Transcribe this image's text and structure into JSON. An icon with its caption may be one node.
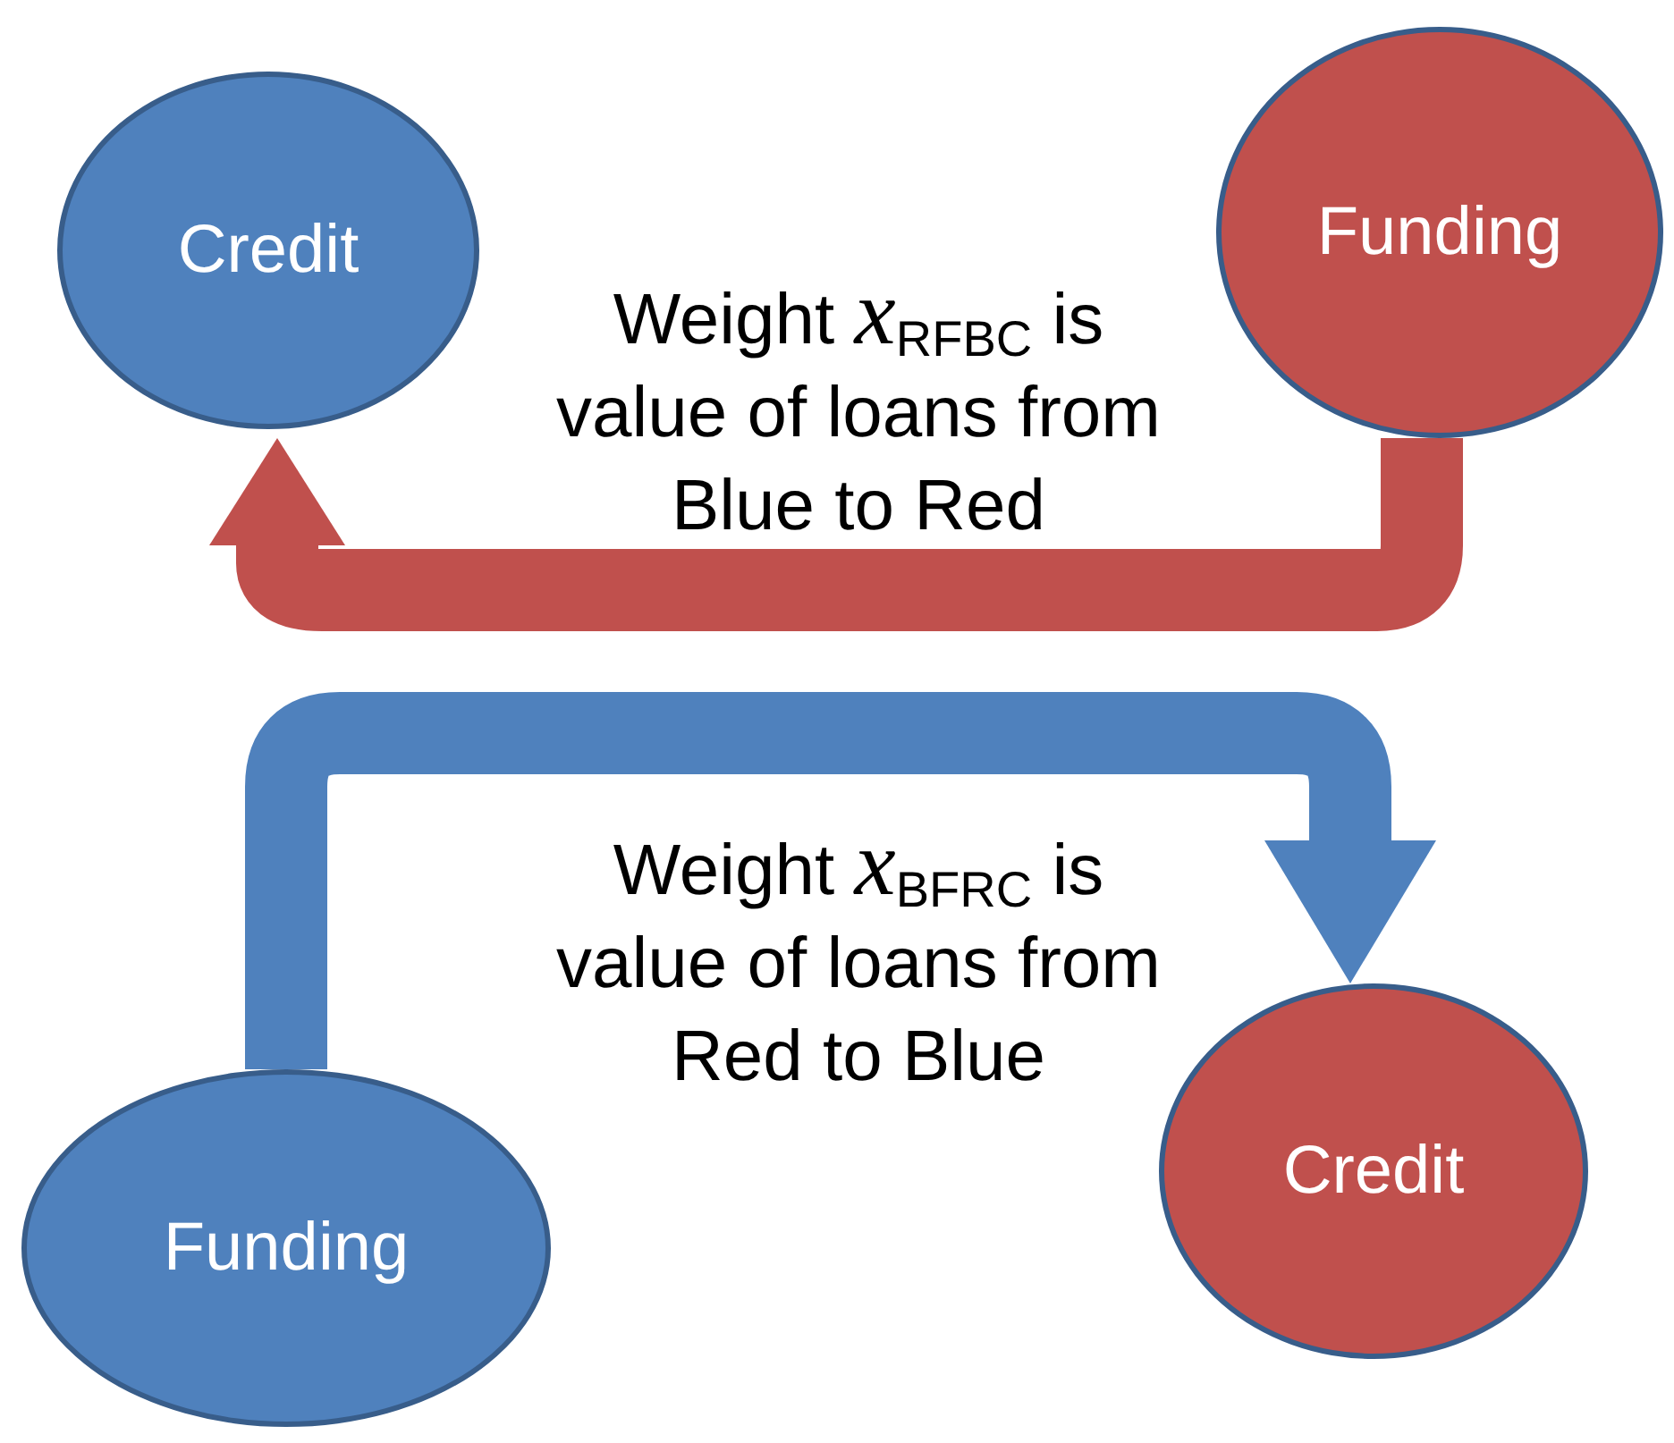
{
  "diagram": {
    "nodes": [
      {
        "text": [
          "Credit"
        ]
      },
      {
        "text": [
          "Funding"
        ]
      },
      {
        "text": [
          "Funding"
        ]
      },
      {
        "text": [
          "Credit"
        ]
      }
    ],
    "edges": [
      {
        "from": 1,
        "to": 0,
        "arrow": "to",
        "color": "#c0504d",
        "label": "Weight *x*$_{RFBC}$ is value of loans from Blue to Red"
      },
      {
        "from": 2,
        "to": 3,
        "arrow": "to",
        "color": "#4f81bd",
        "label": "Weight *x*$_{BFRC}$ is value of loans from Red to Blue"
      }
    ]
  }
}
